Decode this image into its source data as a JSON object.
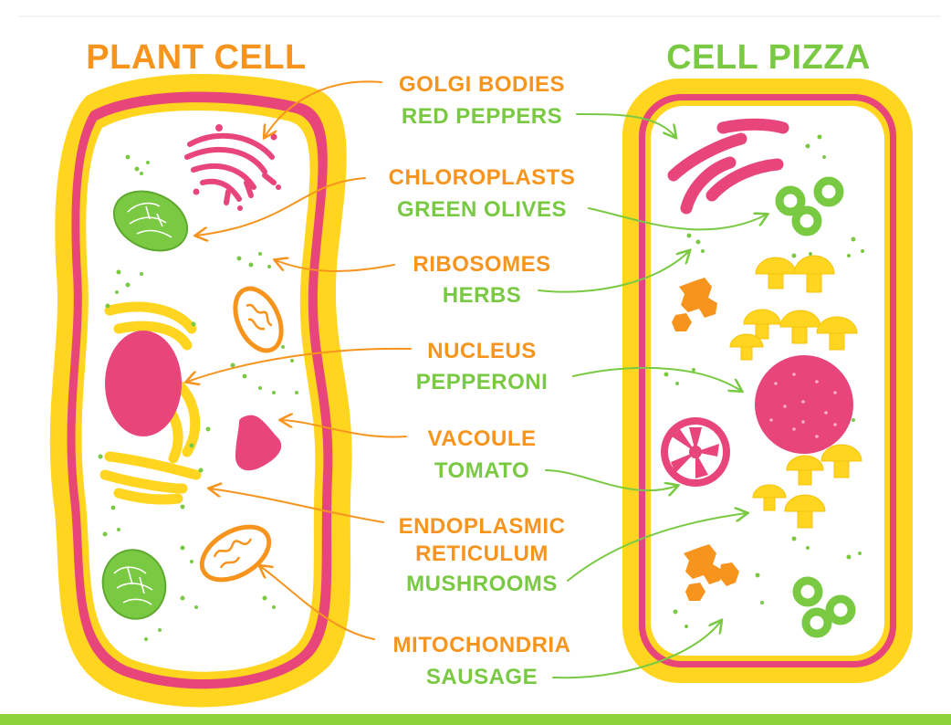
{
  "titles": {
    "left": "PLANT CELL",
    "right": "CELL PIZZA"
  },
  "colors": {
    "orange": "#f7941d",
    "green": "#7ac943",
    "yellow": "#ffd51f",
    "pink": "#e8457a",
    "footer_green": "#8dd13b"
  },
  "labels": [
    {
      "part": "GOLGI BODIES",
      "topping": "RED PEPPERS"
    },
    {
      "part": "CHLOROPLASTS",
      "topping": "GREEN OLIVES"
    },
    {
      "part": "RIBOSOMES",
      "topping": "HERBS"
    },
    {
      "part": "NUCLEUS",
      "topping": "PEPPERONI"
    },
    {
      "part": "VACOULE",
      "topping": "TOMATO"
    },
    {
      "part": "ENDOPLASMIC",
      "part2": "RETICULUM",
      "topping": "MUSHROOMS"
    },
    {
      "part": "MITOCHONDRIA",
      "topping": "SAUSAGE"
    }
  ]
}
